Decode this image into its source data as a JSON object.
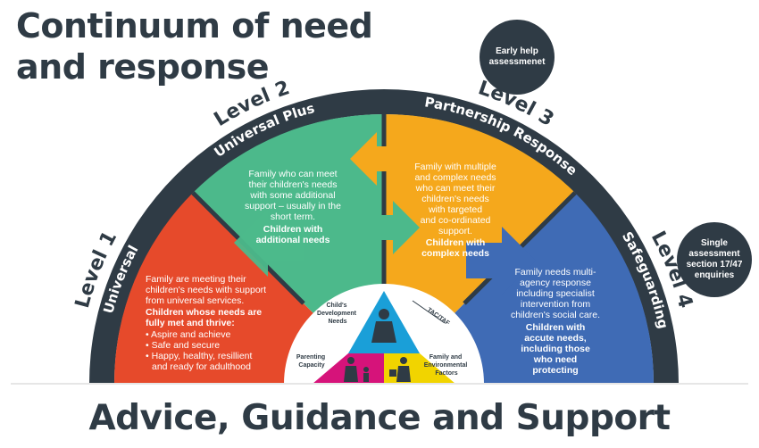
{
  "title": {
    "line1": "Continuum of need",
    "line2": "and response"
  },
  "footer": "Advice, Guidance and Support",
  "bubbles": {
    "early_help": [
      "Early help",
      "assessmenet"
    ],
    "single_assessment": [
      "Single",
      "assessment",
      "section 17/47",
      "enquiries"
    ]
  },
  "levels": [
    {
      "level": "Level 1",
      "name": "Universal",
      "color": "#e64a2b",
      "text": [
        "Family are meeting their",
        "children's needs with support",
        "from universal services."
      ],
      "bold": [
        "Children whose needs are",
        "fully met and thrive:"
      ],
      "bullets": [
        "Aspire and achieve",
        "Safe and secure",
        "Happy, healthy, resillient",
        "and ready for adulthood"
      ]
    },
    {
      "level": "Level 2",
      "name": "Universal Plus",
      "color": "#4cb98b",
      "text": [
        "Family who can meet",
        "their children's needs",
        "with some additional",
        "support – usually in the",
        "short term."
      ],
      "bold": [
        "Children with",
        "additional needs"
      ]
    },
    {
      "level": "Level 3",
      "name": "Partnership Response",
      "color": "#f5a81c",
      "text": [
        "Family with multiple",
        "and complex needs",
        "who can meet their",
        "children's needs",
        "with targeted",
        "and co-ordinated",
        "support."
      ],
      "bold": [
        "Children with",
        "complex needs"
      ]
    },
    {
      "level": "Level 4",
      "name": "Safeguarding",
      "color": "#3f6bb5",
      "text": [
        "Family needs multi-",
        "agency response",
        "including specialist",
        "intervention from",
        "children's social care."
      ],
      "bold": [
        "Children with",
        "accute needs,",
        "including those",
        "who need",
        "protecting"
      ]
    }
  ],
  "triangle": {
    "top_label": [
      "Child's",
      "Development",
      "Needs"
    ],
    "left_label": [
      "Parenting",
      "Capacity"
    ],
    "right_label": [
      "Family and",
      "Environmental",
      "Factors"
    ],
    "tac_label": "TAC/TAF",
    "colors": {
      "top": "#1a9fd8",
      "left": "#d6137a",
      "right": "#f1d400"
    }
  }
}
